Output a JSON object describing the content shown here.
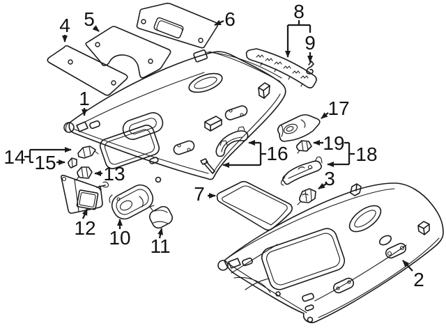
{
  "diagram": {
    "background": "#ffffff",
    "line_color": "#1a1a1a",
    "callouts": {
      "c1": "1",
      "c2": "2",
      "c3": "3",
      "c4": "4",
      "c5": "5",
      "c6": "6",
      "c7": "7",
      "c8": "8",
      "c9": "9",
      "c10": "10",
      "c11": "11",
      "c12": "12",
      "c13": "13",
      "c14": "14",
      "c15": "15",
      "c16": "16",
      "c17": "17",
      "c18": "18",
      "c19": "19"
    }
  }
}
